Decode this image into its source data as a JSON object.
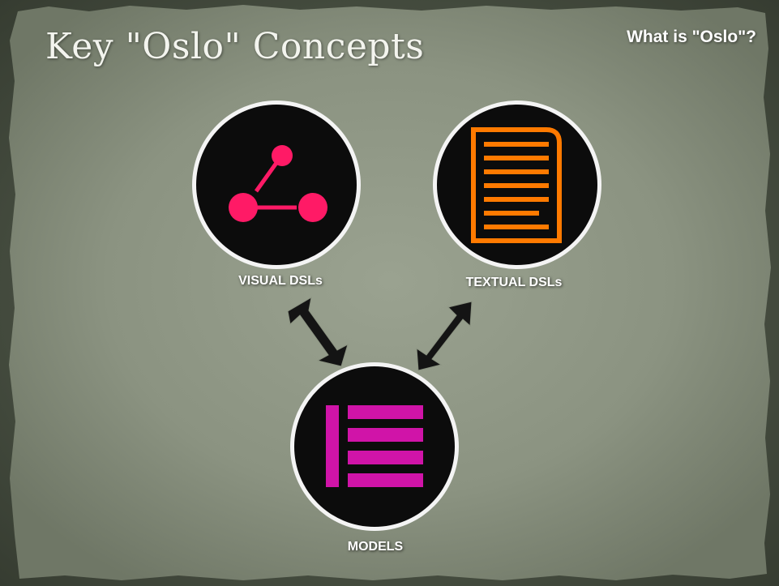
{
  "slide": {
    "title": "Key \"Oslo\" Concepts",
    "subtitle": "What is \"Oslo\"?"
  },
  "nodes": {
    "visual_dsls": {
      "label": "VISUAL DSLs",
      "icon": "graph-nodes-icon",
      "color": "#ff1a66"
    },
    "textual_dsls": {
      "label": "TEXTUAL DSLs",
      "icon": "document-lines-icon",
      "color": "#ff7a00"
    },
    "models": {
      "label": "MODELS",
      "icon": "list-lines-icon",
      "color": "#d014a8"
    }
  },
  "colors": {
    "circle_fill": "#0c0c0c",
    "circle_ring": "#f4f4f4",
    "arrow": "#141414",
    "paper": "#8e9684"
  }
}
